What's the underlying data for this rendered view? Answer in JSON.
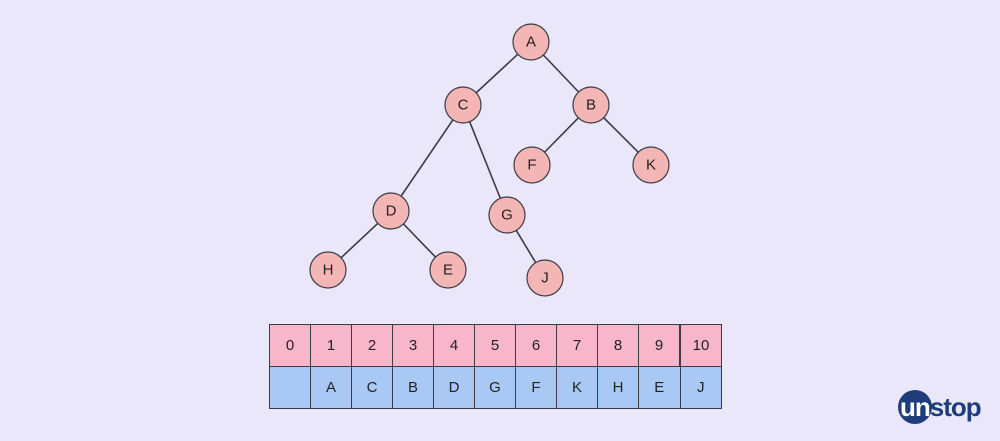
{
  "tree": {
    "nodes": [
      {
        "id": "A",
        "label": "A"
      },
      {
        "id": "C",
        "label": "C"
      },
      {
        "id": "B",
        "label": "B"
      },
      {
        "id": "F",
        "label": "F"
      },
      {
        "id": "K",
        "label": "K"
      },
      {
        "id": "D",
        "label": "D"
      },
      {
        "id": "G",
        "label": "G"
      },
      {
        "id": "H",
        "label": "H"
      },
      {
        "id": "E",
        "label": "E"
      },
      {
        "id": "J",
        "label": "J"
      }
    ],
    "edges": [
      [
        "A",
        "C"
      ],
      [
        "A",
        "B"
      ],
      [
        "C",
        "D"
      ],
      [
        "C",
        "G"
      ],
      [
        "B",
        "F"
      ],
      [
        "B",
        "K"
      ],
      [
        "D",
        "H"
      ],
      [
        "D",
        "E"
      ],
      [
        "G",
        "J"
      ]
    ]
  },
  "array": {
    "indices": [
      "0",
      "1",
      "2",
      "3",
      "4",
      "5",
      "6",
      "7",
      "8",
      "9",
      "10"
    ],
    "values": [
      "",
      "A",
      "C",
      "B",
      "D",
      "G",
      "F",
      "K",
      "H",
      "E",
      "J"
    ]
  },
  "logo": {
    "prefix": "un",
    "suffix": "stop"
  },
  "colors": {
    "background": "#ebe7fb",
    "node_fill": "#f4b6b5",
    "index_row": "#f8b6cb",
    "value_row": "#a9c8f3",
    "logo": "#1f3d7a"
  }
}
